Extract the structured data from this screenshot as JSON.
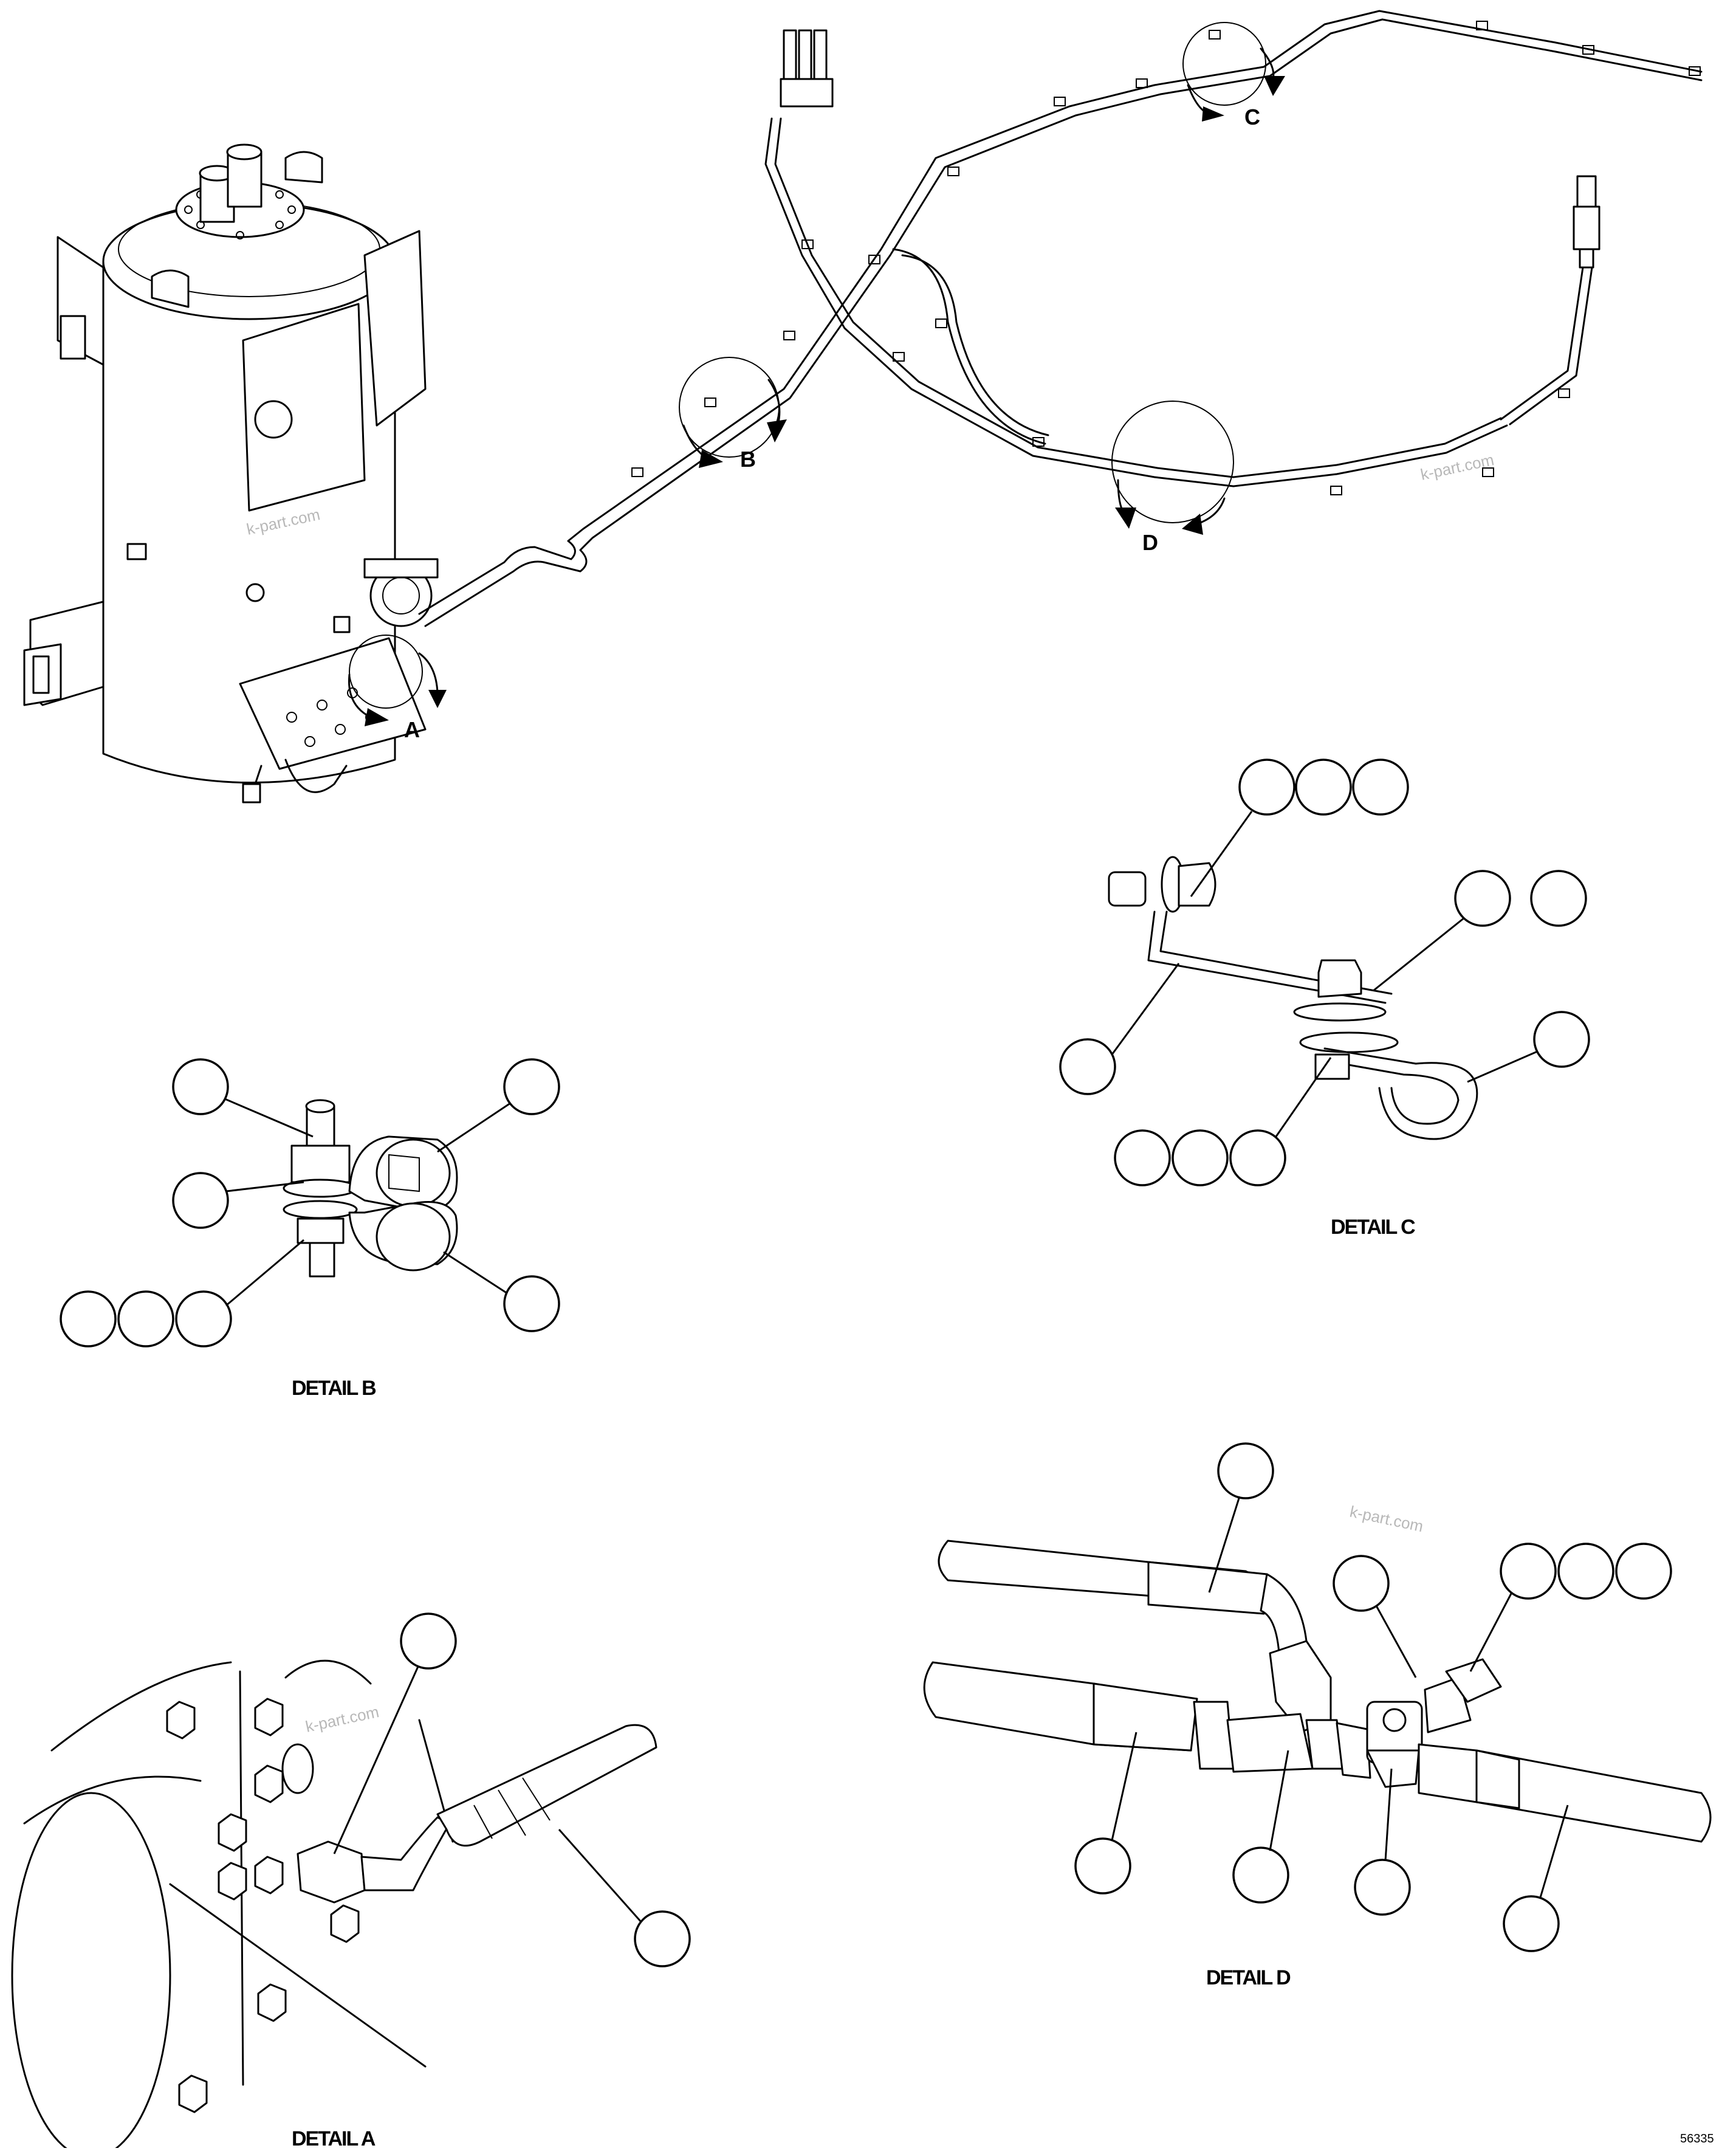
{
  "overview": {
    "detail_callouts": [
      "A",
      "B",
      "C",
      "D"
    ]
  },
  "details": {
    "a": {
      "title": "DETAIL A"
    },
    "b": {
      "title": "DETAIL B"
    },
    "c": {
      "title": "DETAIL C"
    },
    "d": {
      "title": "DETAIL D"
    }
  },
  "watermark": "k-part.com",
  "figure_number": "56335"
}
